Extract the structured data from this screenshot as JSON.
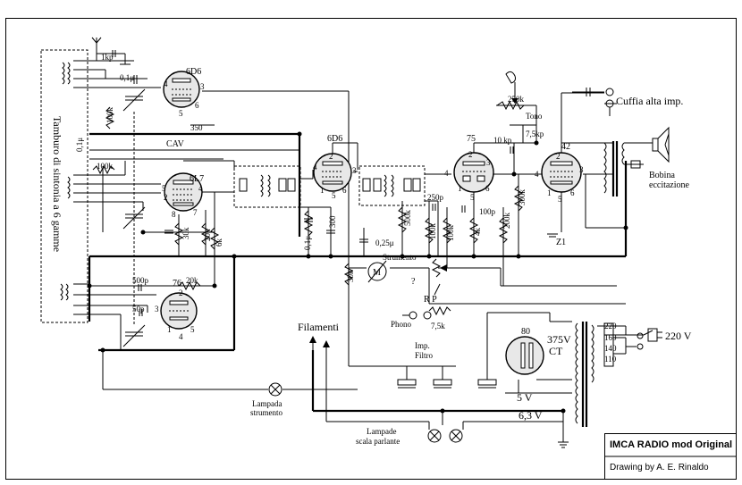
{
  "title_block": {
    "title": "IMCA RADIO mod Original",
    "credit": "Drawing by A. E. Rinaldo"
  },
  "labels": {
    "tamburo": "Tamburo di sintonia a 6 gamme",
    "cav": "CAV",
    "filamenti": "Filamenti",
    "strumento": "Strumento",
    "lampada_strumento_1": "Lampada",
    "lampada_strumento_2": "strumento",
    "lampade_scala_1": "Lampade",
    "lampade_scala_2": "scala parlante",
    "imp_filtro_1": "Imp.",
    "imp_filtro_2": "Filtro",
    "cuffia": "Cuffia alta imp.",
    "bobina_1": "Bobina",
    "bobina_2": "eccitazione",
    "tono": "Tono",
    "phono": "Phono",
    "rp": "R  P",
    "question": "?",
    "mains": "220 V",
    "v375": "375V",
    "ct": "CT",
    "v5": "5 V",
    "v63": "6,3 V",
    "z1": "Z1",
    "motor": "M"
  },
  "tubes": {
    "t1": "6D6",
    "t2": "6L7",
    "t3": "76",
    "t4": "6D6",
    "t5": "75",
    "t6": "42",
    "t7": "80"
  },
  "components": {
    "c_1kp": "1kp",
    "c_01u": "0,1μ",
    "r_100k_a": "100k",
    "r_100k_b": "100k",
    "c_01u_b": "0,1μ",
    "r_350": "350",
    "c_500p": "500p",
    "r_20k_a": "20k",
    "c_50p": "50p",
    "r_30k_a": "30k",
    "r_20k_b": "20k",
    "r_6k": "6k",
    "r_300": "300",
    "c_01u_c": "0,1μ",
    "c_025u": "0,25μ",
    "r_500k": "500k",
    "r_30k_b": "30k",
    "c_250p": "250p",
    "r_100k_c": "100k",
    "r_100k_d": "100k",
    "r_4k": "4k",
    "c_100p": "100p",
    "r_200k": "200k",
    "c_10kp": "10 kp",
    "c_75kp": "7,5kp",
    "r_250k": "250k",
    "r_300k": "300k",
    "r_75k": "7,5k",
    "tap_220": "220",
    "tap_160": "160",
    "tap_140": "140",
    "tap_110": "110"
  },
  "pins": {
    "p1": "1",
    "p2": "2",
    "p3": "3",
    "p4": "4",
    "p5": "5",
    "p6": "6",
    "p7": "7",
    "p8": "8"
  }
}
